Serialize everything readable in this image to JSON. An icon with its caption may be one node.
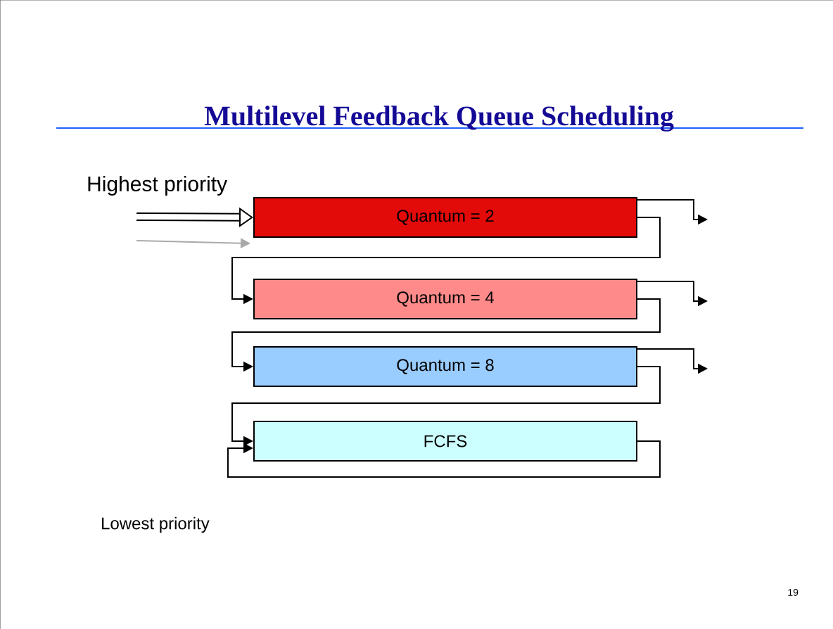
{
  "diagram": {
    "title": "Multilevel Feedback Queue Scheduling",
    "nodes": [
      {
        "text": [
          "Quantum = 2"
        ]
      },
      {
        "text": [
          "Quantum = 4"
        ]
      },
      {
        "text": [
          "Quantum = 8"
        ]
      },
      {
        "text": [
          "FCFS"
        ]
      }
    ],
    "edges": [
      {
        "from": null,
        "to": 0,
        "arrow": "to",
        "style": "thick"
      },
      {
        "from": null,
        "to": 0,
        "arrow": "to",
        "color": "#aaaaaa"
      },
      {
        "from": 0,
        "to": null,
        "arrow": "to"
      },
      {
        "from": 1,
        "to": null,
        "arrow": "to"
      },
      {
        "from": 2,
        "to": null,
        "arrow": "to"
      },
      {
        "from": 0,
        "to": 1,
        "arrow": "to"
      },
      {
        "from": 1,
        "to": 2,
        "arrow": "to"
      },
      {
        "from": 2,
        "to": 3,
        "arrow": "to"
      },
      {
        "from": 3,
        "to": 3,
        "arrow": "to"
      }
    ],
    "labels": [
      "Highest priority",
      "Lowest priority",
      "19"
    ]
  }
}
